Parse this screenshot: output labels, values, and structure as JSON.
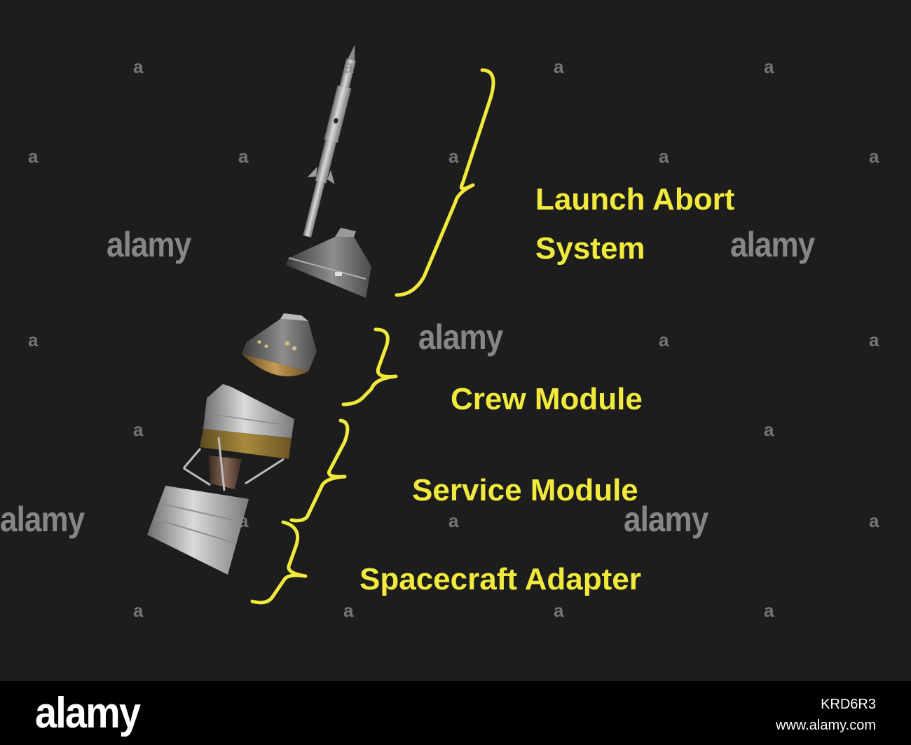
{
  "labels": {
    "launch_abort_line1": "Launch Abort",
    "launch_abort_line2": "System",
    "crew_module": "Crew Module",
    "service_module": "Service Module",
    "spacecraft_adapter": "Spacecraft Adapter"
  },
  "colors": {
    "background": "#1d1d1d",
    "label": "#f1ea3c",
    "bracket": "#f1ea3c",
    "footer": "#000000"
  },
  "watermark": {
    "small_glyph": "a",
    "word": "alamy"
  },
  "footer": {
    "logo": "alamy",
    "image_id": "KRD6R3",
    "url": "www.alamy.com"
  }
}
